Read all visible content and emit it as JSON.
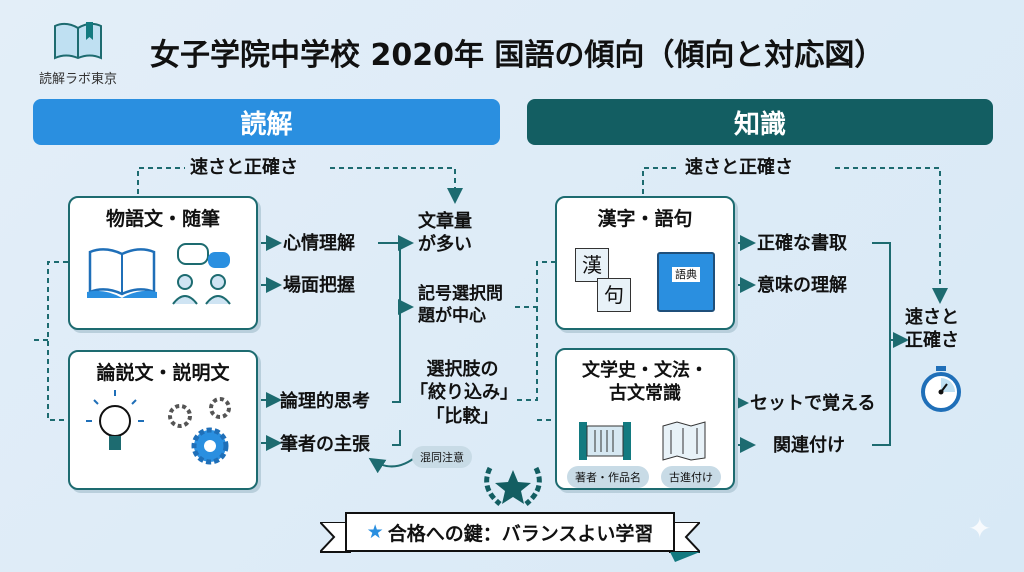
{
  "logo": {
    "text": "読解ラボ東京"
  },
  "title": "女子学院中学校 2020年 国語の傾向（傾向と対応図）",
  "reading": {
    "header": "読解",
    "speed": "速さと正確さ",
    "box1": {
      "title": "物語文・随筆",
      "items": [
        "心情理解",
        "場面把握"
      ]
    },
    "box2": {
      "title": "論説文・説明文",
      "items": [
        "論理的思考",
        "筆者の主張"
      ]
    },
    "features": [
      "文章量\nが多い",
      "記号選択問\n題が中心",
      "選択肢の\n「絞り込み」\n「比較」"
    ],
    "caution": "混同注意"
  },
  "knowledge": {
    "header": "知識",
    "speed": "速さと正確さ",
    "box1": {
      "title": "漢字・語句",
      "items": [
        "正確な書取",
        "意味の理解"
      ],
      "icon_labels": [
        "漢",
        "句",
        "語典"
      ]
    },
    "box2": {
      "title": "文学史・文法・\n古文常識",
      "items": [
        "セットで覚える",
        "関連付け"
      ],
      "tags": [
        "著者・作品名",
        "古進付け"
      ]
    },
    "result": "速さと\n正確さ"
  },
  "banner": "合格への鍵：バランスよい学習",
  "colors": {
    "blue": "#2a8fe0",
    "teal": "#135e62",
    "line": "#1d6b70"
  }
}
